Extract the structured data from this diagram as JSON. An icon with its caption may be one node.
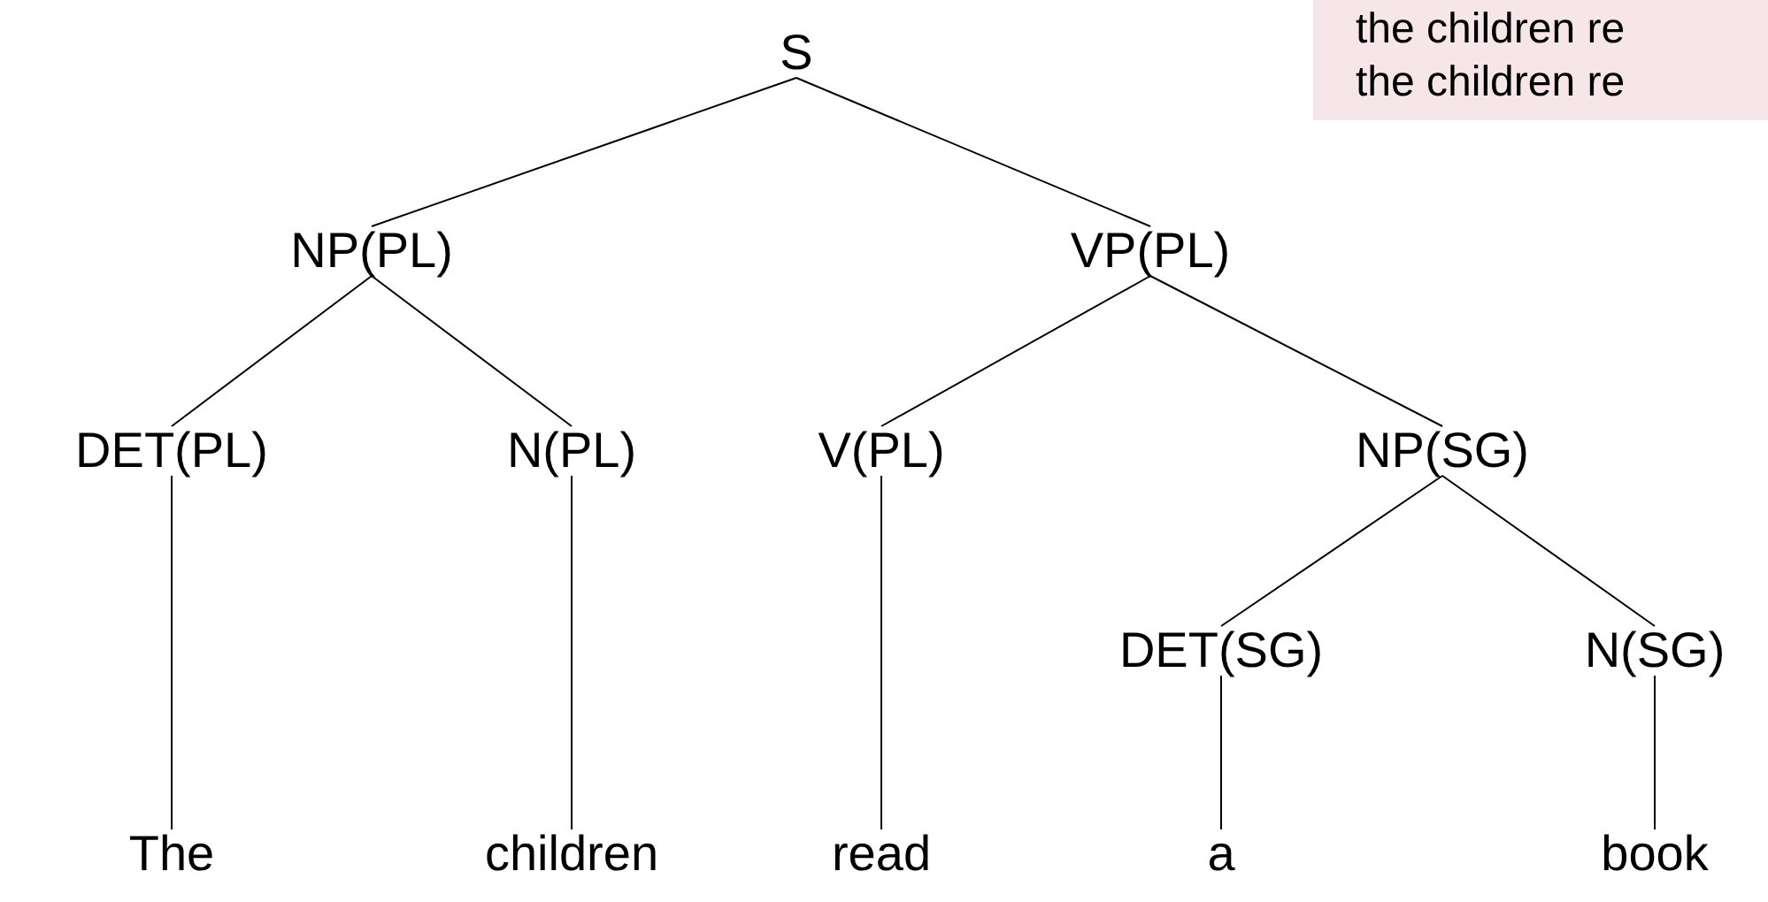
{
  "diagram": {
    "nodes": [
      {
        "text": [
          "S"
        ]
      },
      {
        "text": [
          "NP(PL)"
        ]
      },
      {
        "text": [
          "VP(PL)"
        ]
      },
      {
        "text": [
          "DET(PL)"
        ]
      },
      {
        "text": [
          "N(PL)"
        ]
      },
      {
        "text": [
          "V(PL)"
        ]
      },
      {
        "text": [
          "NP(SG)"
        ]
      },
      {
        "text": [
          "DET(SG)"
        ]
      },
      {
        "text": [
          "N(SG)"
        ]
      },
      {
        "text": [
          "The"
        ]
      },
      {
        "text": [
          "children"
        ]
      },
      {
        "text": [
          "read"
        ]
      },
      {
        "text": [
          "a"
        ]
      },
      {
        "text": [
          "book"
        ]
      },
      {
        "text": [
          "the children re",
          "the children re"
        ]
      }
    ],
    "edges": [
      {
        "from": 0,
        "to": 1,
        "arrow": "none"
      },
      {
        "from": 0,
        "to": 2,
        "arrow": "none"
      },
      {
        "from": 1,
        "to": 3,
        "arrow": "none"
      },
      {
        "from": 1,
        "to": 4,
        "arrow": "none"
      },
      {
        "from": 2,
        "to": 5,
        "arrow": "none"
      },
      {
        "from": 2,
        "to": 6,
        "arrow": "none"
      },
      {
        "from": 6,
        "to": 7,
        "arrow": "none"
      },
      {
        "from": 6,
        "to": 8,
        "arrow": "none"
      },
      {
        "from": 3,
        "to": 9,
        "arrow": "none"
      },
      {
        "from": 4,
        "to": 10,
        "arrow": "none"
      },
      {
        "from": 5,
        "to": 11,
        "arrow": "none"
      },
      {
        "from": 7,
        "to": 12,
        "arrow": "none"
      },
      {
        "from": 8,
        "to": 13,
        "arrow": "none"
      }
    ]
  }
}
